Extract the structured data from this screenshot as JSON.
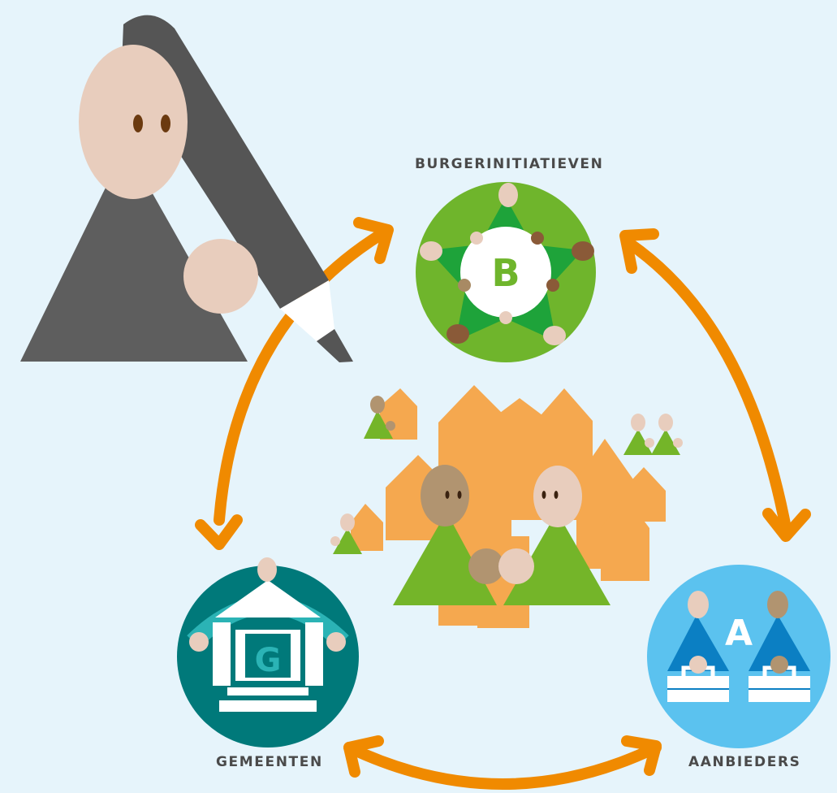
{
  "labels": {
    "burgerinitiatieven": "BURGERINITIATIEVEN",
    "gemeenten": "GEMEENTEN",
    "aanbieders": "AANBIEDERS"
  },
  "badges": {
    "burger_letter": "B",
    "gemeente_letter": "G",
    "aanbieder_letter": "A"
  },
  "colors": {
    "background": "#e6f4fb",
    "arrow": "#f08a00",
    "burger_green": "#6fb52c",
    "burger_star": "#1ea33a",
    "gemeente_teal": "#00797a",
    "aanbieder_blue": "#5bc2ef",
    "houses": "#f5a84f",
    "pen_gray": "#5a5a5a"
  },
  "icons": {
    "pen": "pen-icon",
    "building": "government-building-icon",
    "toolbox": "toolbox-icon",
    "house": "house-icon",
    "person": "person-icon"
  }
}
